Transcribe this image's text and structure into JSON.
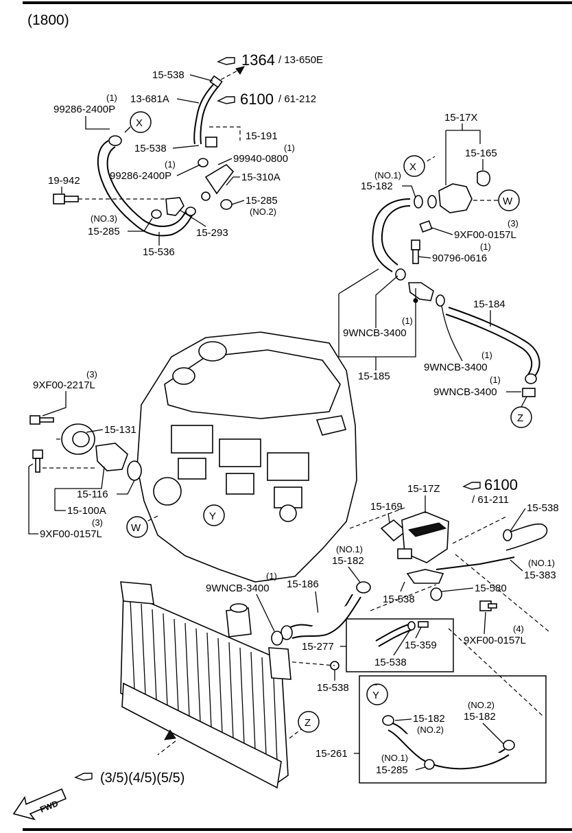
{
  "heading": "(1800)",
  "references": [
    {
      "main": "1364",
      "sub": "/ 13-650E"
    },
    {
      "main": "6100",
      "sub": "/ 61-212"
    },
    {
      "main": "6100",
      "sub": "/ 61-211"
    }
  ],
  "page_ref": "(3/5)(4/5)(5/5)",
  "fwd": "FWD",
  "callouts": [
    "X",
    "X",
    "W",
    "W",
    "Y",
    "Y",
    "Z",
    "Z"
  ],
  "labels": [
    {
      "text": "15-538"
    },
    {
      "text": "13-681A"
    },
    {
      "text": "99286-2400P",
      "qty": "(1)"
    },
    {
      "text": "15-191"
    },
    {
      "text": "15-538"
    },
    {
      "text": "99940-0800",
      "qty": "(1)"
    },
    {
      "text": "99286-2400P",
      "qty": "(1)"
    },
    {
      "text": "15-310A"
    },
    {
      "text": "19-942"
    },
    {
      "text": "15-285",
      "qty": "(NO.2)"
    },
    {
      "text": "15-285",
      "qty": "(NO.3)"
    },
    {
      "text": "15-293"
    },
    {
      "text": "15-536"
    },
    {
      "text": "15-17X"
    },
    {
      "text": "15-165"
    },
    {
      "text": "15-182",
      "qty": "(NO.1)"
    },
    {
      "text": "9XF00-0157L",
      "qty": "(3)"
    },
    {
      "text": "90796-0616",
      "qty": "(1)"
    },
    {
      "text": "15-184"
    },
    {
      "text": "9WNCB-3400",
      "qty": "(1)"
    },
    {
      "text": "15-185"
    },
    {
      "text": "9WNCB-3400",
      "qty": "(1)"
    },
    {
      "text": "9WNCB-3400",
      "qty": "(1)"
    },
    {
      "text": "9XF00-2217L",
      "qty": "(3)"
    },
    {
      "text": "15-131"
    },
    {
      "text": "15-116"
    },
    {
      "text": "15-100A"
    },
    {
      "text": "9XF00-0157L",
      "qty": "(3)"
    },
    {
      "text": "15-17Z"
    },
    {
      "text": "15-169"
    },
    {
      "text": "15-538"
    },
    {
      "text": "15-182",
      "qty": "(NO.1)"
    },
    {
      "text": "15-383",
      "qty": "(NO.1)"
    },
    {
      "text": "9WNCB-3400",
      "qty": "(1)"
    },
    {
      "text": "15-186"
    },
    {
      "text": "15-538"
    },
    {
      "text": "15-580"
    },
    {
      "text": "9XF00-0157L",
      "qty": "(4)"
    },
    {
      "text": "15-277"
    },
    {
      "text": "15-359"
    },
    {
      "text": "15-538"
    },
    {
      "text": "15-538"
    },
    {
      "text": "15-182",
      "qty": "(NO.2)"
    },
    {
      "text": "15-182",
      "qty": "(NO.2)"
    },
    {
      "text": "15-261"
    },
    {
      "text": "15-285",
      "qty": "(NO.1)"
    }
  ]
}
